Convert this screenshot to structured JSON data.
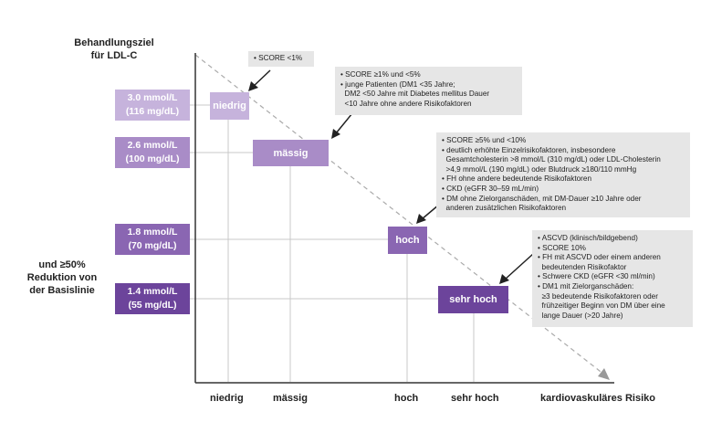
{
  "y_axis": {
    "title_line1": "Behandlungsziel",
    "title_line2": "für LDL-C",
    "reduction_line1": "und ≥50%",
    "reduction_line2": "Reduktion von",
    "reduction_line3": "der Basislinie"
  },
  "targets": [
    {
      "mmol": "3.0 mmol/L",
      "mg": "(116 mg/dL)",
      "color": "#c6b3dc"
    },
    {
      "mmol": "2.6 mmol/L",
      "mg": "(100 mg/dL)",
      "color": "#a98cc7"
    },
    {
      "mmol": "1.8 mmol/L",
      "mg": "(70 mg/dL)",
      "color": "#8a66b2"
    },
    {
      "mmol": "1.4 mmol/L",
      "mg": "(55 mg/dL)",
      "color": "#6c449b"
    }
  ],
  "risk_levels": [
    {
      "label": "niedrig",
      "color": "#c6b3dc"
    },
    {
      "label": "mässig",
      "color": "#a98cc7"
    },
    {
      "label": "hoch",
      "color": "#8a66b2"
    },
    {
      "label": "sehr hoch",
      "color": "#6c449b"
    }
  ],
  "notes": {
    "low": [
      "• SCORE <1%"
    ],
    "moderate": [
      "• SCORE ≥1% und <5%",
      "• junge Patienten (DM1 <35 Jahre;",
      "  DM2 <50 Jahre mit Diabetes mellitus Dauer",
      "  <10 Jahre ohne andere Risikofaktoren"
    ],
    "high": [
      "• SCORE ≥5% und <10%",
      "• deutlich erhöhte Einzelrisikofaktoren, insbesondere",
      "  Gesamtcholesterin >8 mmol/L (310 mg/dL) oder LDL-Cholesterin",
      "  >4,9 mmol/L (190 mg/dL) oder Blutdruck ≥180/110 mmHg",
      "• FH ohne andere bedeutende Risikofaktoren",
      "• CKD (eGFR 30–59 mL/min)",
      "• DM ohne Zielorganschäden, mit DM-Dauer ≥10 Jahre oder",
      "  anderen zusätzlichen Risikofaktoren"
    ],
    "very_high": [
      "• ASCVD (klinisch/bildgebend)",
      "• SCORE 10%",
      "• FH mit ASCVD oder einem anderen",
      "  bedeutenden Risikofaktor",
      "• Schwere CKD (eGFR <30 ml/min)",
      "• DM1 mit Zielorganschäden:",
      "  ≥3 bedeutende Risikofaktoren oder",
      "  frühzeitiger Beginn von DM über eine",
      "  lange Dauer (>20 Jahre)"
    ]
  },
  "x_axis": {
    "ticks": [
      "niedrig",
      "mässig",
      "hoch",
      "sehr hoch"
    ],
    "title": "kardiovaskuläres Risiko"
  },
  "colors": {
    "axis": "#333333",
    "grid": "#c8c8c8",
    "note_bg": "#e6e6e6"
  }
}
